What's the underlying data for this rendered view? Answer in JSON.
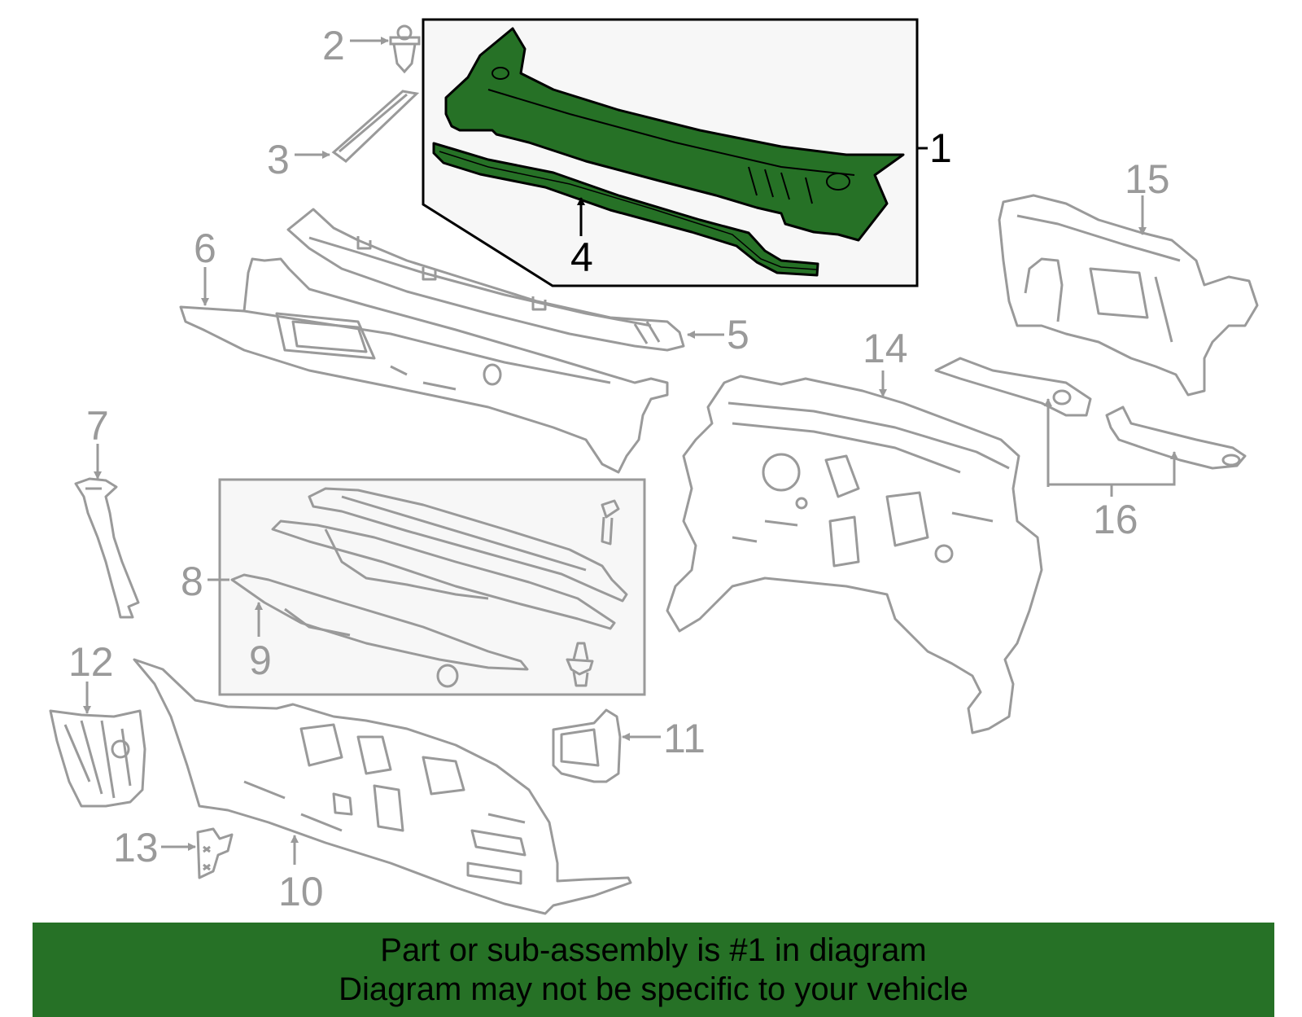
{
  "callouts": {
    "c1": "1",
    "c2": "2",
    "c3": "3",
    "c4": "4",
    "c5": "5",
    "c6": "6",
    "c7": "7",
    "c8": "8",
    "c9": "9",
    "c10": "10",
    "c11": "11",
    "c12": "12",
    "c13": "13",
    "c14": "14",
    "c15": "15",
    "c16": "16"
  },
  "banner": {
    "line1": "Part or sub-assembly is #1 in diagram",
    "line2": "Diagram may not be specific to your vehicle"
  },
  "colors": {
    "highlight": "#267126",
    "part_outline": "#9a9a9a",
    "panel_fill": "#f7f7f7"
  }
}
